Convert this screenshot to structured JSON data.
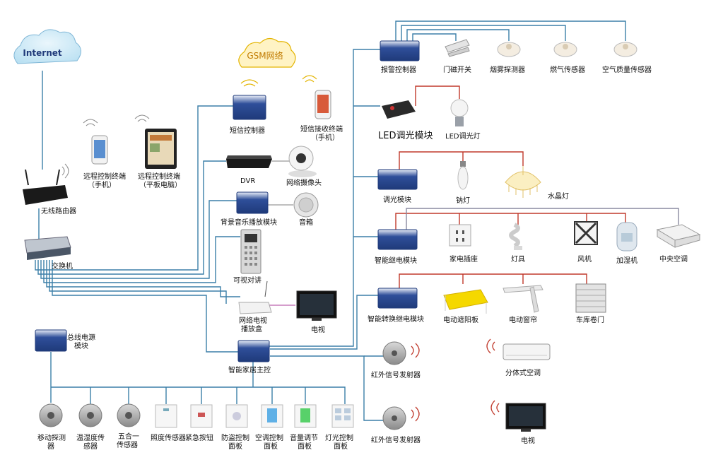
{
  "internet": "Internet",
  "gsm": "GSM网络",
  "wireless_router": "无线路由器",
  "switch": "交换机",
  "remote_phone": [
    "远程控制终端",
    "（手机）"
  ],
  "remote_tablet": [
    "远程控制终端",
    "（平板电脑）"
  ],
  "sms_controller": "短信控制器",
  "sms_receiver": [
    "短信接收终端",
    "（手机）"
  ],
  "dvr": "DVR",
  "ip_camera": "网络摄像头",
  "bg_music": "背景音乐播放模块",
  "speaker": "音箱",
  "video_intercom": "可视对讲",
  "iptv_box": [
    "网络电视",
    "播放盒"
  ],
  "tv": "电视",
  "main_controller": "智能家居主控",
  "bus_power": [
    "总线电源",
    "模块"
  ],
  "alarm_controller": "报警控制器",
  "door_sensor": "门磁开关",
  "smoke_detector": "烟雾探测器",
  "gas_sensor": "燃气传感器",
  "air_sensor": "空气质量传感器",
  "led_module": "LED调光模块",
  "led_lamp": "LED调光灯",
  "dimmer_module": "调光模块",
  "sodium_lamp": "钠灯",
  "crystal_lamp": "水晶灯",
  "relay_module": "智能继电模块",
  "socket": "家电插座",
  "lamp": "灯具",
  "fan": "风机",
  "humidifier": "加湿机",
  "central_ac": "中央空调",
  "switch_relay": "智能转换继电模块",
  "sunshade": "电动遮阳板",
  "curtain": "电动窗帘",
  "garage_door": "车库卷门",
  "ir_emitter_1": "红外信号发射器",
  "ir_emitter_2": "红外信号发射器",
  "split_ac": "分体式空调",
  "tv2": "电视",
  "bus_devices": [
    [
      "移动探测",
      "器"
    ],
    [
      "温湿度传",
      "感器"
    ],
    [
      "五合一",
      "传感器"
    ],
    [
      "照度传感器"
    ],
    [
      "紧急按钮"
    ],
    [
      "防盗控制",
      "面板"
    ],
    [
      "空调控制",
      "面板"
    ],
    [
      "音量调节",
      "面板"
    ],
    [
      "灯光控制",
      "面板"
    ]
  ],
  "colors": {
    "network_line": "#3b7fa8",
    "relay_line": "#c0392b",
    "dim_line": "#7f7f7f",
    "sunshade": "#f5d800"
  }
}
